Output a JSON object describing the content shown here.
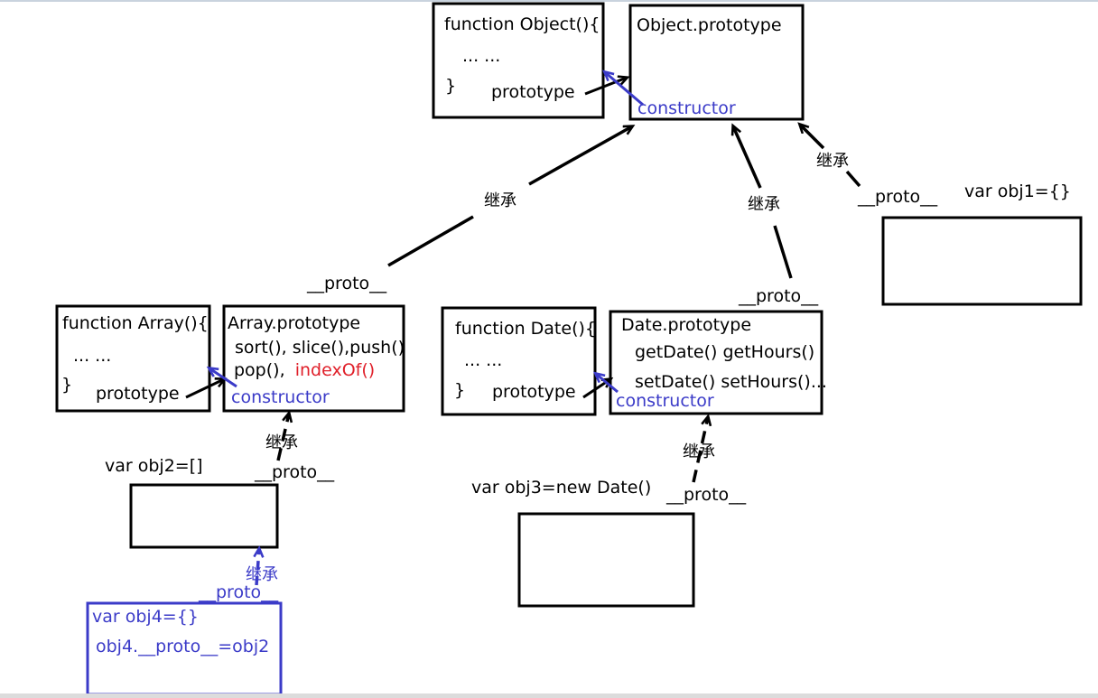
{
  "colors": {
    "black": "#000000",
    "blue": "#3b3bc8",
    "red": "#e0202a"
  },
  "boxes": {
    "object_fn": {
      "line1": "function Object(){",
      "line2": "... ...",
      "line3": "}",
      "prototype": "prototype"
    },
    "object_proto": {
      "title": "Object.prototype",
      "constructor": "constructor"
    },
    "array_fn": {
      "line1": "function Array(){",
      "line2": "... ...",
      "line3": "}",
      "prototype": "prototype"
    },
    "array_proto": {
      "title": "Array.prototype",
      "methods1": "sort(), slice(),push()",
      "methods2": "pop(),",
      "methods2_red": "indexOf()",
      "constructor": "constructor"
    },
    "date_fn": {
      "line1": "function Date(){",
      "line2": "... ...",
      "line3": "}",
      "prototype": "prototype"
    },
    "date_proto": {
      "title": "Date.prototype",
      "methods1": "getDate() getHours()",
      "methods2": "setDate() setHours()...",
      "constructor": "constructor"
    },
    "obj1": {
      "label": "var obj1={}"
    },
    "obj2": {
      "label": "var obj2=[]"
    },
    "obj3": {
      "label": "var obj3=new Date()"
    },
    "obj4": {
      "line1": "var obj4={}",
      "line2": "obj4.__proto__=obj2"
    }
  },
  "links": {
    "proto_label": "__proto__",
    "inherit_label": "继承"
  }
}
